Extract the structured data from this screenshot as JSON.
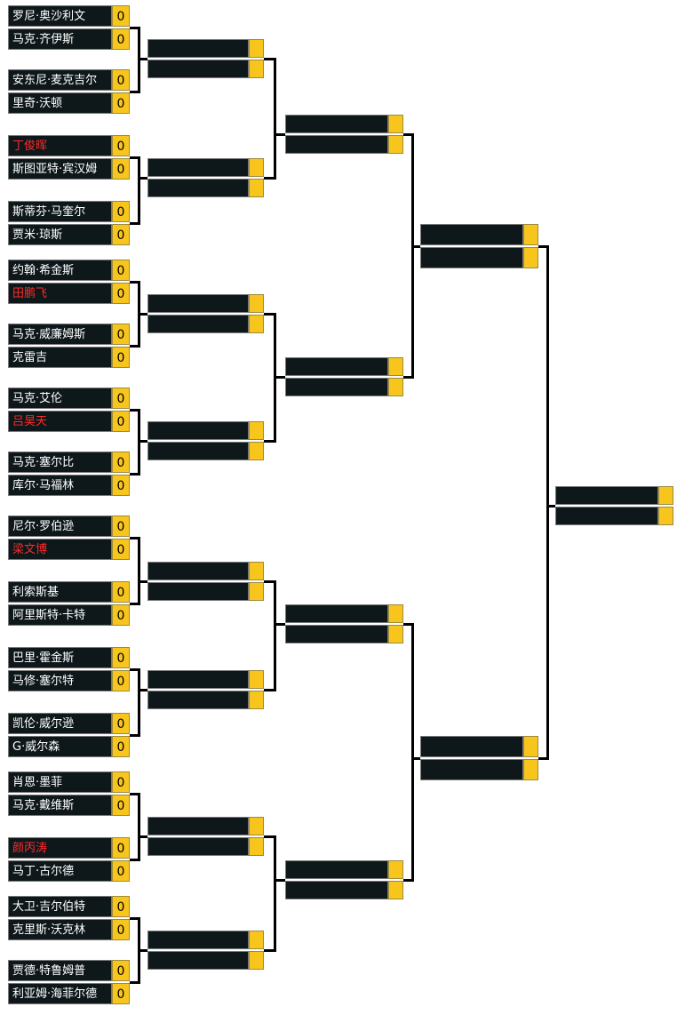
{
  "colors": {
    "name_bg": "#0e181b",
    "name_text": "#ffffff",
    "highlight_text": "#ff2a2a",
    "score_bg": "#f8c51c",
    "connector": "#000000"
  },
  "rounds": [
    {
      "matches": [
        {
          "players": [
            {
              "name": "罗尼·奥沙利文",
              "score": "0"
            },
            {
              "name": "马克·齐伊斯",
              "score": "0"
            }
          ]
        },
        {
          "players": [
            {
              "name": "安东尼·麦克吉尔",
              "score": "0"
            },
            {
              "name": "里奇·沃顿",
              "score": "0"
            }
          ]
        },
        {
          "players": [
            {
              "name": "丁俊晖",
              "score": "0",
              "highlight": true
            },
            {
              "name": "斯图亚特·宾汉姆",
              "score": "0"
            }
          ]
        },
        {
          "players": [
            {
              "name": "斯蒂芬·马奎尔",
              "score": "0"
            },
            {
              "name": "贾米·琼斯",
              "score": "0"
            }
          ]
        },
        {
          "players": [
            {
              "name": "约翰·希金斯",
              "score": "0"
            },
            {
              "name": "田鹏飞",
              "score": "0",
              "highlight": true
            }
          ]
        },
        {
          "players": [
            {
              "name": "马克·威廉姆斯",
              "score": "0"
            },
            {
              "name": "克雷吉",
              "score": "0"
            }
          ]
        },
        {
          "players": [
            {
              "name": "马克·艾伦",
              "score": "0"
            },
            {
              "name": "吕昊天",
              "score": "0",
              "highlight": true
            }
          ]
        },
        {
          "players": [
            {
              "name": "马克·塞尔比",
              "score": "0"
            },
            {
              "name": "库尔·马福林",
              "score": "0"
            }
          ]
        },
        {
          "players": [
            {
              "name": "尼尔·罗伯逊",
              "score": "0"
            },
            {
              "name": "梁文博",
              "score": "0",
              "highlight": true
            }
          ]
        },
        {
          "players": [
            {
              "name": "利索斯基",
              "score": "0"
            },
            {
              "name": "阿里斯特·卡特",
              "score": "0"
            }
          ]
        },
        {
          "players": [
            {
              "name": "巴里·霍金斯",
              "score": "0"
            },
            {
              "name": "马修·塞尔特",
              "score": "0"
            }
          ]
        },
        {
          "players": [
            {
              "name": "凯伦·威尔逊",
              "score": "0"
            },
            {
              "name": "G·威尔森",
              "score": "0"
            }
          ]
        },
        {
          "players": [
            {
              "name": "肖恩·墨菲",
              "score": "0"
            },
            {
              "name": "马克·戴维斯",
              "score": "0"
            }
          ]
        },
        {
          "players": [
            {
              "name": "颜丙涛",
              "score": "0",
              "highlight": true
            },
            {
              "name": "马丁·古尔德",
              "score": "0"
            }
          ]
        },
        {
          "players": [
            {
              "name": "大卫·吉尔伯特",
              "score": "0"
            },
            {
              "name": "克里斯·沃克林",
              "score": "0"
            }
          ]
        },
        {
          "players": [
            {
              "name": "贾德·特鲁姆普",
              "score": "0"
            },
            {
              "name": "利亚姆·海菲尔德",
              "score": "0"
            }
          ]
        }
      ]
    },
    {
      "matches": [
        {
          "players": [
            {
              "name": "",
              "score": ""
            },
            {
              "name": "",
              "score": ""
            }
          ]
        },
        {
          "players": [
            {
              "name": "",
              "score": ""
            },
            {
              "name": "",
              "score": ""
            }
          ]
        },
        {
          "players": [
            {
              "name": "",
              "score": ""
            },
            {
              "name": "",
              "score": ""
            }
          ]
        },
        {
          "players": [
            {
              "name": "",
              "score": ""
            },
            {
              "name": "",
              "score": ""
            }
          ]
        },
        {
          "players": [
            {
              "name": "",
              "score": ""
            },
            {
              "name": "",
              "score": ""
            }
          ]
        },
        {
          "players": [
            {
              "name": "",
              "score": ""
            },
            {
              "name": "",
              "score": ""
            }
          ]
        },
        {
          "players": [
            {
              "name": "",
              "score": ""
            },
            {
              "name": "",
              "score": ""
            }
          ]
        },
        {
          "players": [
            {
              "name": "",
              "score": ""
            },
            {
              "name": "",
              "score": ""
            }
          ]
        }
      ]
    },
    {
      "matches": [
        {
          "players": [
            {
              "name": "",
              "score": ""
            },
            {
              "name": "",
              "score": ""
            }
          ]
        },
        {
          "players": [
            {
              "name": "",
              "score": ""
            },
            {
              "name": "",
              "score": ""
            }
          ]
        },
        {
          "players": [
            {
              "name": "",
              "score": ""
            },
            {
              "name": "",
              "score": ""
            }
          ]
        },
        {
          "players": [
            {
              "name": "",
              "score": ""
            },
            {
              "name": "",
              "score": ""
            }
          ]
        }
      ]
    },
    {
      "matches": [
        {
          "players": [
            {
              "name": "",
              "score": ""
            },
            {
              "name": "",
              "score": ""
            }
          ]
        },
        {
          "players": [
            {
              "name": "",
              "score": ""
            },
            {
              "name": "",
              "score": ""
            }
          ]
        }
      ]
    },
    {
      "matches": [
        {
          "players": [
            {
              "name": "",
              "score": ""
            },
            {
              "name": "",
              "score": ""
            }
          ]
        }
      ]
    }
  ]
}
